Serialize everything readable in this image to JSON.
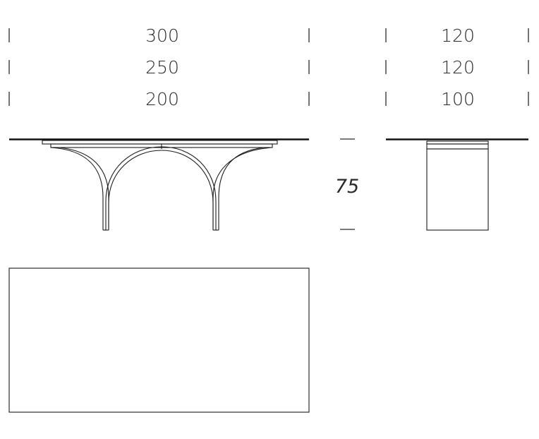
{
  "lengths": [
    "300",
    "250",
    "200"
  ],
  "depths": [
    "120",
    "120",
    "100"
  ],
  "height": "75",
  "colors": {
    "line": "#1a1a1a",
    "background": "#ffffff"
  }
}
